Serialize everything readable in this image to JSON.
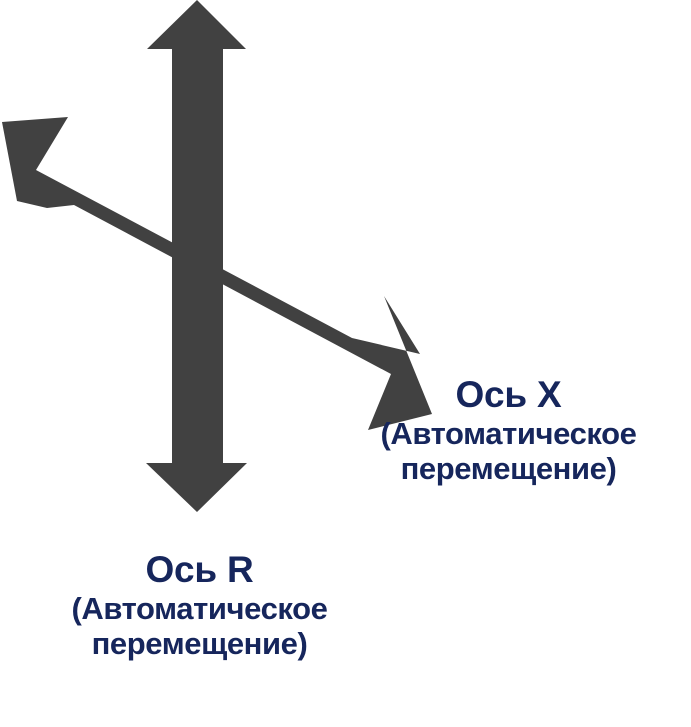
{
  "diagram": {
    "background_color": "#ffffff",
    "arrow_color": "#414141",
    "label_color": "#16265C",
    "arrows": [
      {
        "name": "r-axis-arrow",
        "orientation": "vertical",
        "double_headed": true,
        "direction": "up-down"
      },
      {
        "name": "x-axis-arrow",
        "orientation": "diagonal",
        "double_headed": true,
        "direction": "upper-left-to-lower-right"
      }
    ]
  },
  "labels": {
    "x_axis": {
      "title": "Ось X",
      "line2": "(Автоматическое",
      "line3": "перемещение)"
    },
    "r_axis": {
      "title": "Ось R",
      "line2": "(Автоматическое",
      "line3": "перемещение)"
    }
  }
}
